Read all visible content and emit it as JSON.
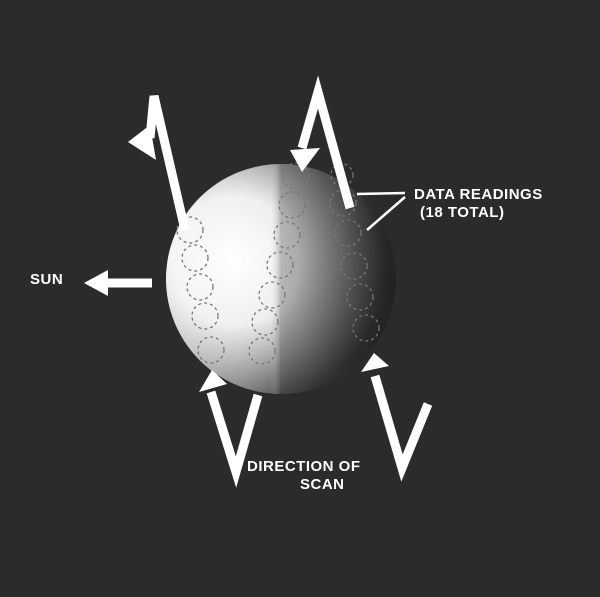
{
  "labels": {
    "sun": "SUN",
    "data_readings_line1": "DATA READINGS",
    "data_readings_line2": "(18 TOTAL)",
    "direction_line1": "DIRECTION OF",
    "direction_line2": "SCAN"
  },
  "colors": {
    "background": "#2b2b2b",
    "arrows": "#ffffff",
    "text": "#ffffff",
    "reading_circles": "#777777"
  }
}
